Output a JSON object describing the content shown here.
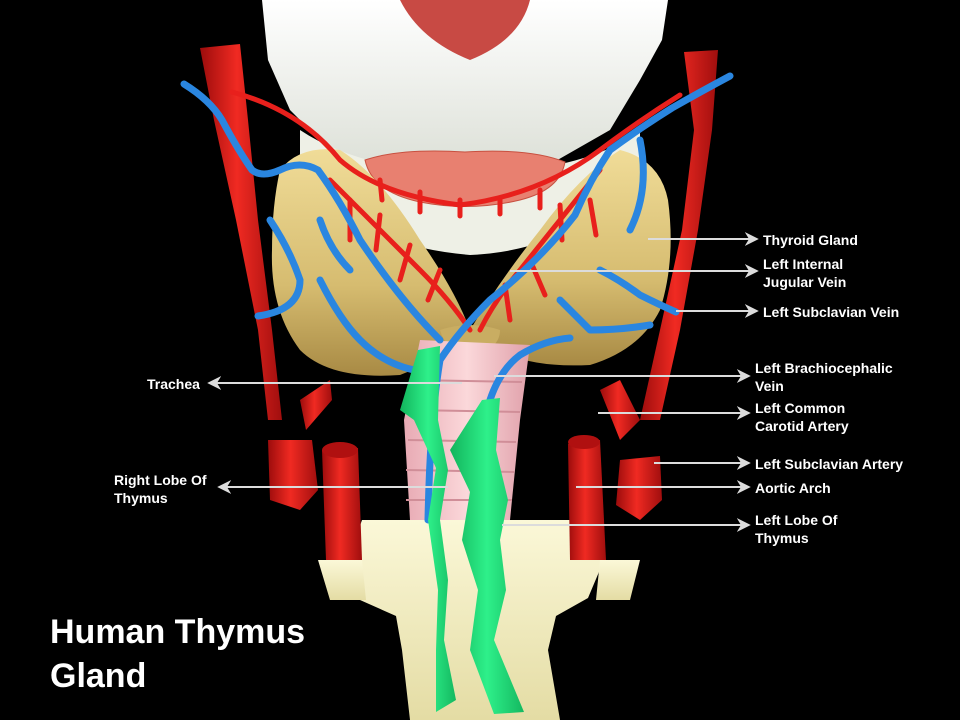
{
  "title": {
    "line1": "Human Thymus",
    "line2": "Gland"
  },
  "labels": {
    "thyroid_gland": {
      "line1": "Thyroid Gland"
    },
    "left_internal_jugular_vein": {
      "line1": "Left Internal",
      "line2": "Jugular Vein"
    },
    "left_subclavian_vein": {
      "line1": "Left Subclavian Vein"
    },
    "left_brachiocephalic_vein": {
      "line1": "Left Brachiocephalic",
      "line2": "Vein"
    },
    "left_common_carotid_artery": {
      "line1": "Left Common",
      "line2": "Carotid Artery"
    },
    "left_subclavian_artery": {
      "line1": "Left Subclavian Artery"
    },
    "aortic_arch": {
      "line1": "Aortic Arch"
    },
    "left_lobe_of_thymus": {
      "line1": "Left Lobe Of",
      "line2": "Thymus"
    },
    "trachea": {
      "line1": "Trachea"
    },
    "right_lobe_of_thymus": {
      "line1": "Right Lobe Of",
      "line2": "Thymus"
    }
  },
  "colors": {
    "background": "#000000",
    "artery": "#e8201c",
    "vein": "#2a86e0",
    "thyroid": "#d8c07a",
    "thymus": "#22e07a",
    "trachea": "#f2c4c8",
    "cartilage": "#f4f0c4",
    "larynx": "#f2f2ec",
    "arrow": "#dcdcdc"
  }
}
